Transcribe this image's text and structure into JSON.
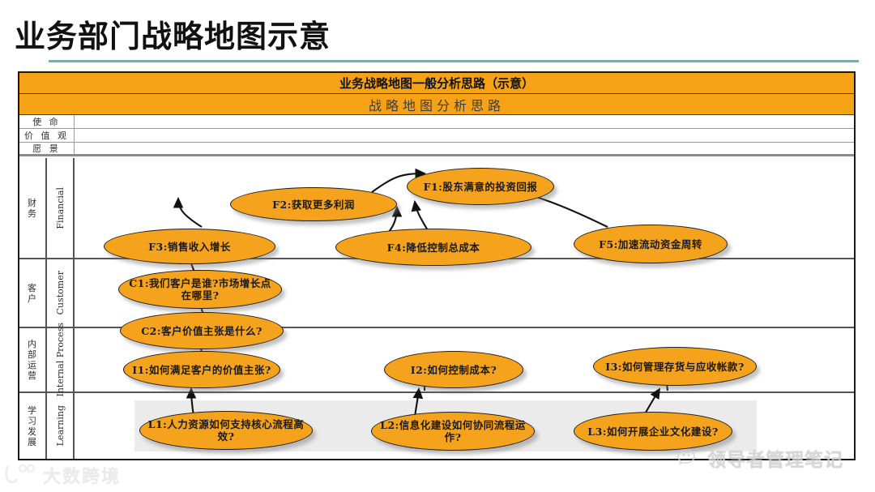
{
  "slide": {
    "title": "业务部门战略地图示意",
    "rule_color": "#7fa9ae"
  },
  "map": {
    "header_band": "业务战略地图一般分析思路（示意）",
    "subheader_band": "战略地图分析思路",
    "band_color": "#f5a216",
    "node_color": "#f5a21c",
    "thin_rows": [
      {
        "label": "使 命",
        "value": ""
      },
      {
        "label": "价 值 观",
        "value": ""
      },
      {
        "label": "愿 景",
        "value": ""
      }
    ],
    "perspectives": [
      {
        "cn": "财务",
        "en": "Financial"
      },
      {
        "cn": "客户",
        "en": "Customer"
      },
      {
        "cn": "内部运营",
        "en": "Internal Process"
      },
      {
        "cn": "学习发展",
        "en": "Learning"
      }
    ],
    "nodes": [
      {
        "id": "F1",
        "text": "F1:股东满意的投资回报",
        "perspective": "Financial"
      },
      {
        "id": "F2",
        "text": "F2:获取更多利润",
        "perspective": "Financial"
      },
      {
        "id": "F3",
        "text": "F3:销售收入增长",
        "perspective": "Financial"
      },
      {
        "id": "F4",
        "text": "F4:降低控制总成本",
        "perspective": "Financial"
      },
      {
        "id": "F5",
        "text": "F5:加速流动资金周转",
        "perspective": "Financial"
      },
      {
        "id": "C1",
        "text": "C1:我们客户是谁?市场增长点在哪里?",
        "perspective": "Customer"
      },
      {
        "id": "C2",
        "text": "C2:客户价值主张是什么?",
        "perspective": "Customer"
      },
      {
        "id": "I1",
        "text": "I1:如何满足客户的价值主张?",
        "perspective": "Internal Process"
      },
      {
        "id": "I2",
        "text": "I2:如何控制成本?",
        "perspective": "Internal Process"
      },
      {
        "id": "I3",
        "text": "I3:如何管理存货与应收帐款?",
        "perspective": "Internal Process"
      },
      {
        "id": "L1",
        "text": "L1:人力资源如何支持核心流程高效?",
        "perspective": "Learning"
      },
      {
        "id": "L2",
        "text": "L2:信息化建设如何协同流程运作?",
        "perspective": "Learning"
      },
      {
        "id": "L3",
        "text": "L3:如何开展企业文化建设?",
        "perspective": "Learning"
      }
    ],
    "links": [
      {
        "from": "F2",
        "to": "F1"
      },
      {
        "from": "F4",
        "to": "F1"
      },
      {
        "from": "F5",
        "to": "F1"
      },
      {
        "from": "F3",
        "to": "F2"
      },
      {
        "from": "F4",
        "to": "F2"
      },
      {
        "from": "C1",
        "to": "F3"
      },
      {
        "from": "C2",
        "to": "C1"
      },
      {
        "from": "I1",
        "to": "C2"
      },
      {
        "from": "I2",
        "to": "F4"
      },
      {
        "from": "I3",
        "to": "F5"
      },
      {
        "from": "L1",
        "to": "I1"
      },
      {
        "from": "L2",
        "to": "I2"
      },
      {
        "from": "L3",
        "to": "I3"
      }
    ]
  },
  "watermarks": {
    "right": "领导者管理笔记",
    "left": "大数跨境"
  }
}
